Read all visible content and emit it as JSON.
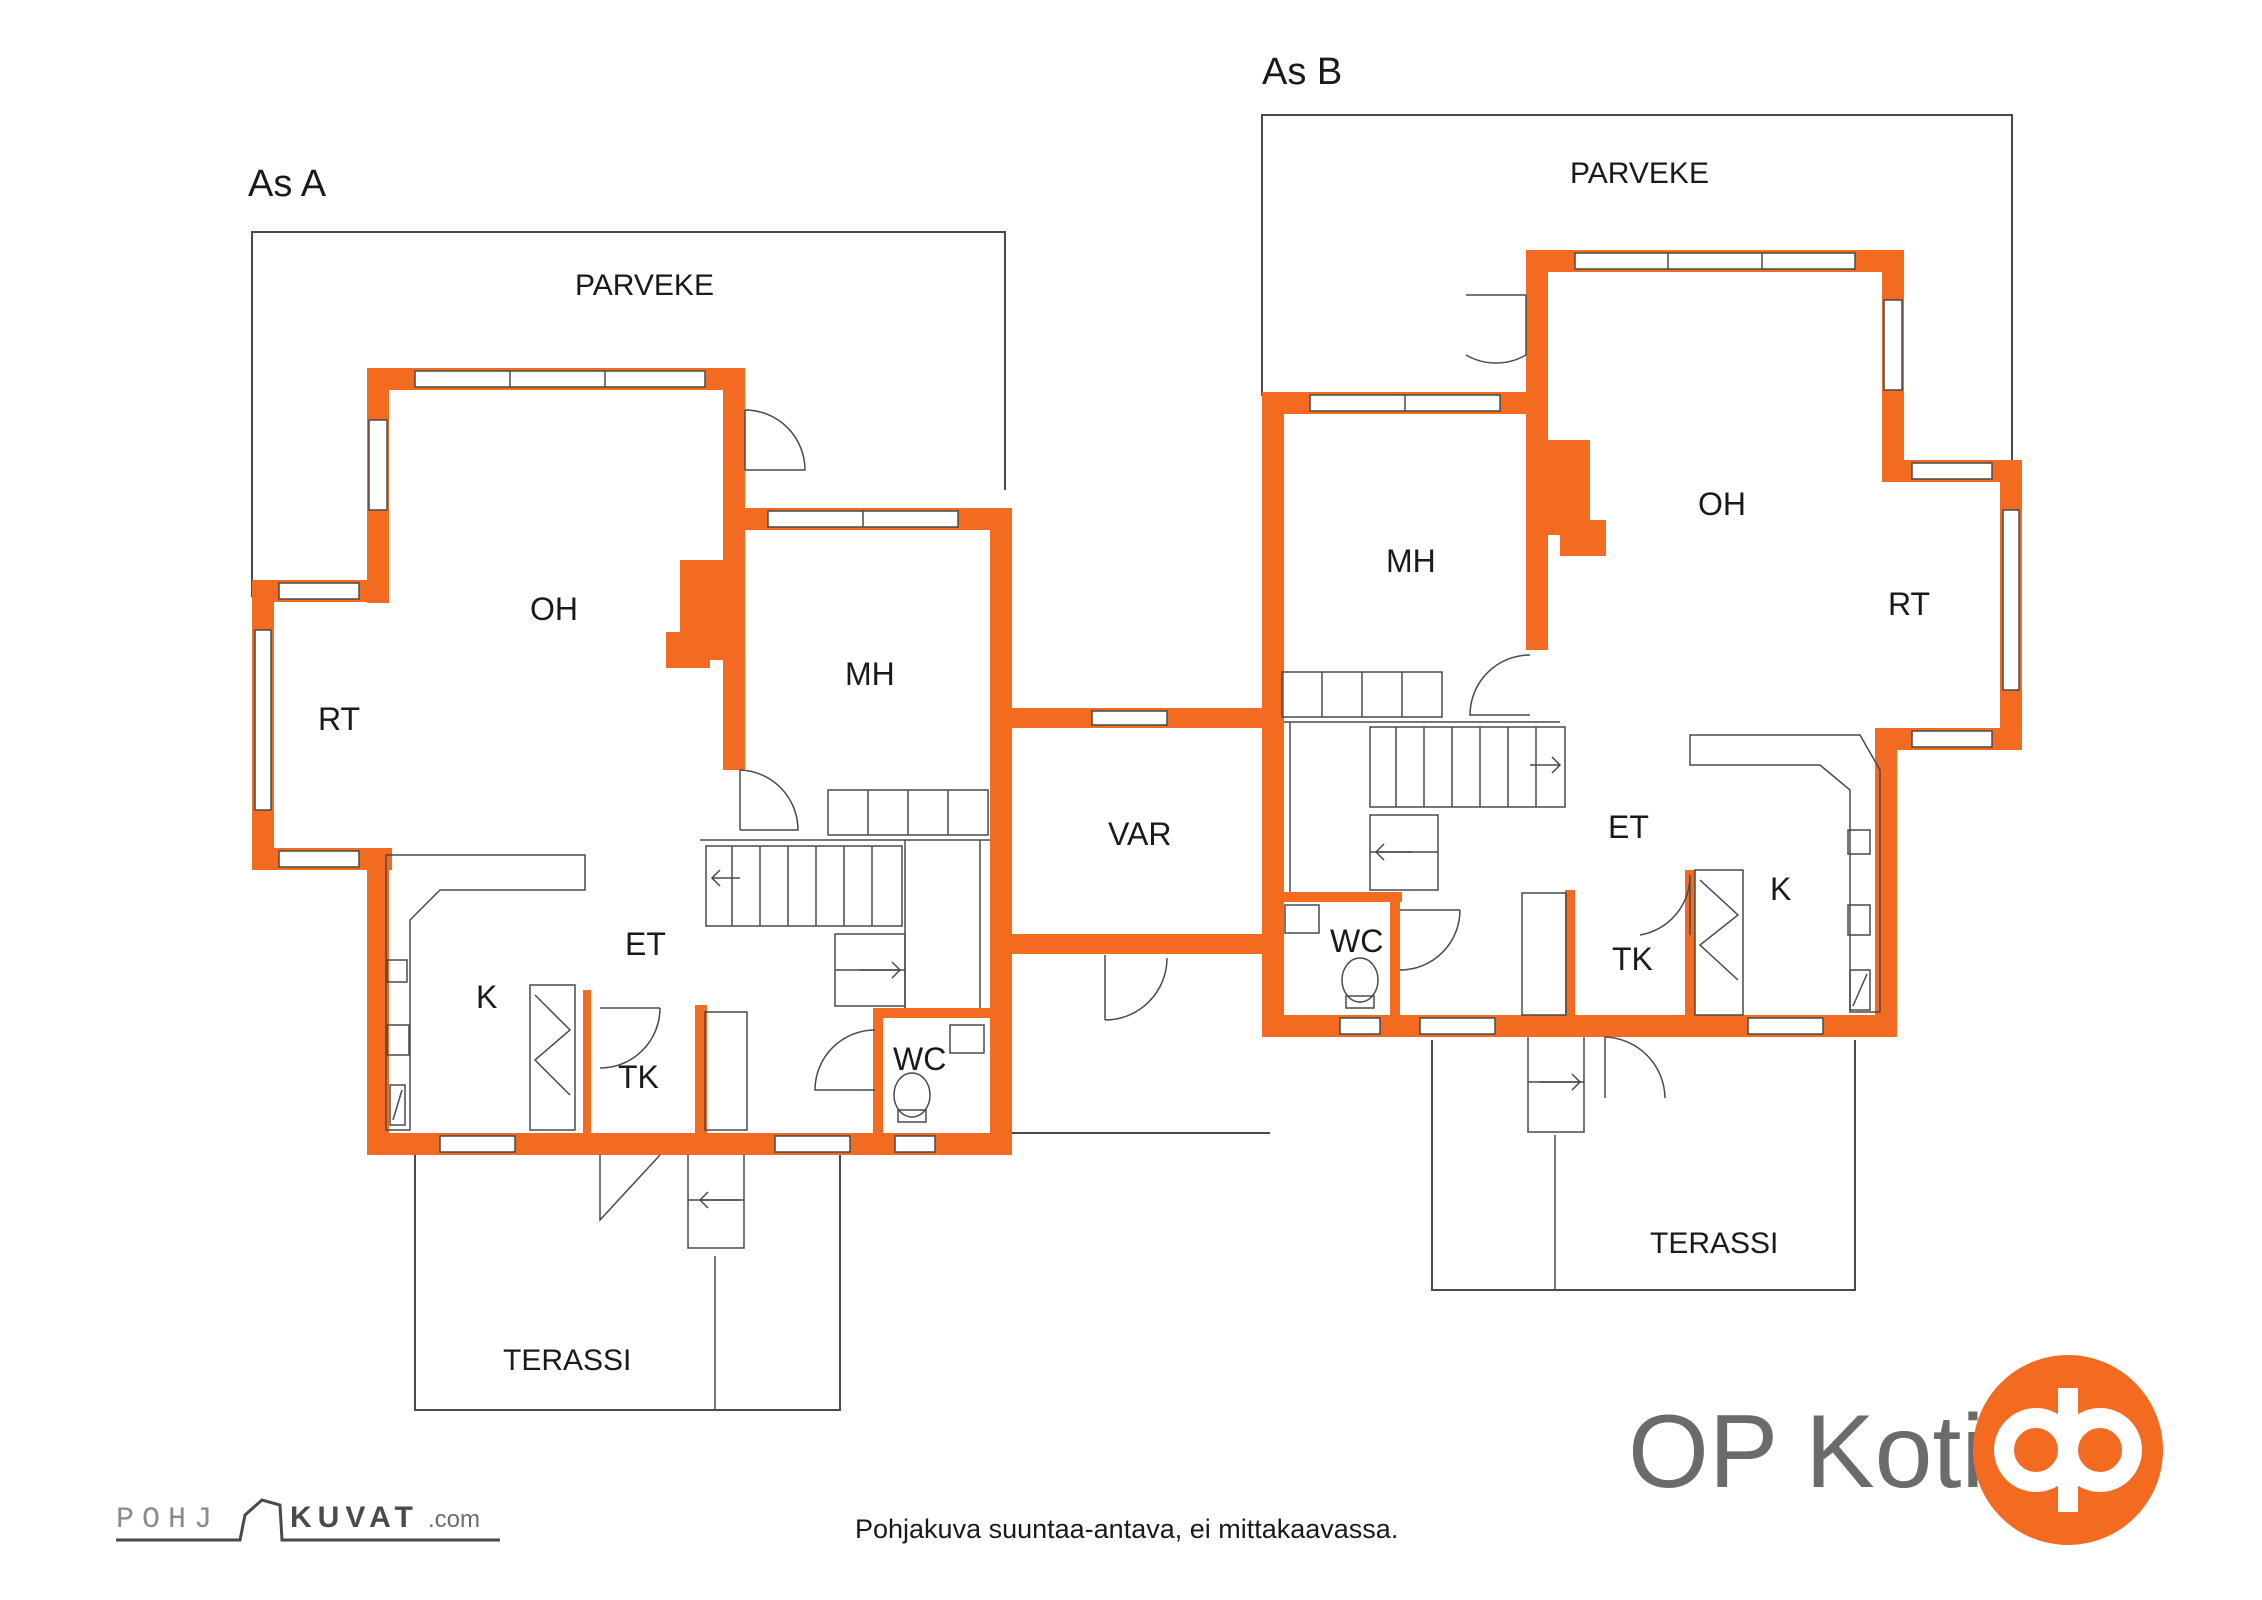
{
  "apartments": {
    "a": {
      "label": "As A",
      "rooms": {
        "parveke": "PARVEKE",
        "oh": "OH",
        "rt": "RT",
        "mh": "MH",
        "et": "ET",
        "k": "K",
        "tk": "TK",
        "wc": "WC",
        "terassi": "TERASSI"
      }
    },
    "b": {
      "label": "As B",
      "rooms": {
        "parveke": "PARVEKE",
        "oh": "OH",
        "rt": "RT",
        "mh": "MH",
        "et": "ET",
        "k": "K",
        "tk": "TK",
        "wc": "WC",
        "terassi": "TERASSI"
      }
    }
  },
  "shared": {
    "var": "VAR"
  },
  "footer": {
    "note": "Pohjakuva suuntaa-antava, ei mittakaavassa.",
    "watermark_left": "POHJ",
    "watermark_right": "KUVAT",
    "watermark_suffix": ".com",
    "brand": "OP Koti"
  },
  "colors": {
    "wall": "#f26b21",
    "line": "#4a4a4a",
    "brand_text": "#6b6b6b",
    "logo": "#f26b21"
  }
}
